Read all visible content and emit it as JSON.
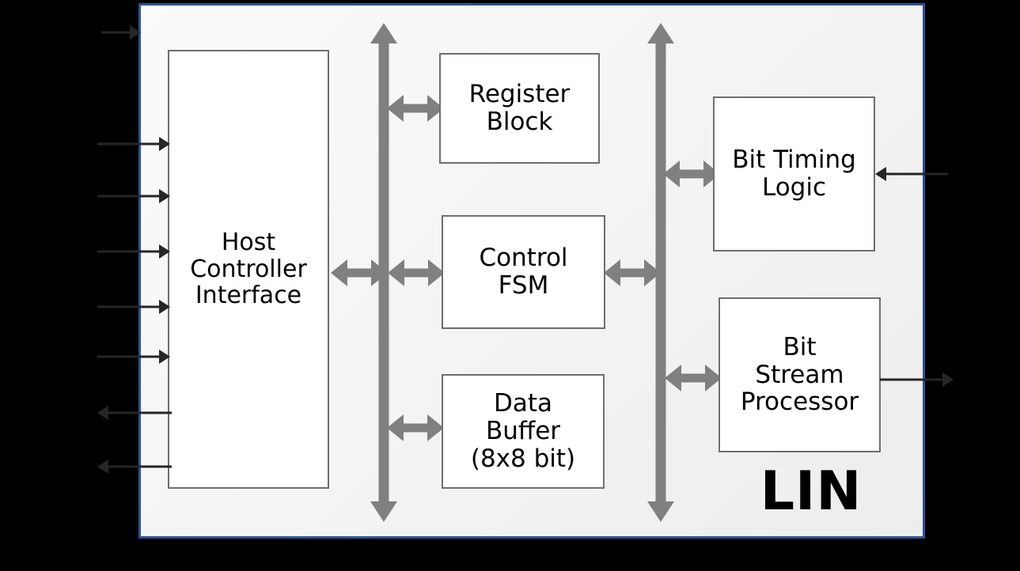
{
  "diagram": {
    "title": "LIN",
    "container_label": "LIN",
    "border_color": "#2e5395",
    "background_color": "#000000",
    "panel_color": "#f5f5f5",
    "bus_color": "#808080",
    "arrow_color": "#262626",
    "block_border_color": "#6e6e6e",
    "block_fill_color": "#ffffff"
  },
  "blocks": [
    {
      "id": "host-controller-interface",
      "label": "Host\nController\nInterface"
    },
    {
      "id": "register-block",
      "label": "Register\nBlock"
    },
    {
      "id": "control-fsm",
      "label": "Control\nFSM"
    },
    {
      "id": "data-buffer",
      "label": "Data\nBuffer\n(8x8 bit)"
    },
    {
      "id": "bit-timing-logic",
      "label": "Bit Timing\nLogic"
    },
    {
      "id": "bit-stream-processor",
      "label": "Bit\nStream\nProcessor"
    }
  ],
  "block_labels": {
    "host_controller_interface": "Host\nController\nInterface",
    "register_block": "Register\nBlock",
    "control_fsm": "Control\nFSM",
    "data_buffer": "Data\nBuffer\n(8x8 bit)",
    "bit_timing_logic": "Bit Timing\nLogic",
    "bit_stream_processor": "Bit\nStream\nProcessor"
  },
  "buses": [
    {
      "id": "bus-left",
      "orientation": "vertical",
      "direction": "bidirectional"
    },
    {
      "id": "bus-right",
      "orientation": "vertical",
      "direction": "bidirectional"
    }
  ],
  "connections": [
    {
      "id": "bi-reg-bus",
      "from": "bus-left",
      "to": "register-block",
      "direction": "bidirectional"
    },
    {
      "id": "bi-hci-bus",
      "from": "host-controller-interface",
      "to": "bus-left",
      "direction": "bidirectional"
    },
    {
      "id": "bi-bus-fsm",
      "from": "bus-left",
      "to": "control-fsm",
      "direction": "bidirectional"
    },
    {
      "id": "bi-fsm-bus",
      "from": "control-fsm",
      "to": "bus-right",
      "direction": "bidirectional"
    },
    {
      "id": "bi-buf-bus",
      "from": "bus-left",
      "to": "data-buffer",
      "direction": "bidirectional"
    },
    {
      "id": "bi-bus-btl",
      "from": "bus-right",
      "to": "bit-timing-logic",
      "direction": "bidirectional"
    },
    {
      "id": "bi-bus-bsp",
      "from": "bus-right",
      "to": "bit-stream-processor",
      "direction": "bidirectional"
    }
  ],
  "io_ports": {
    "inputs_left_count": 6,
    "outputs_left_count": 2,
    "inputs_right_count": 1,
    "outputs_right_count": 1
  }
}
